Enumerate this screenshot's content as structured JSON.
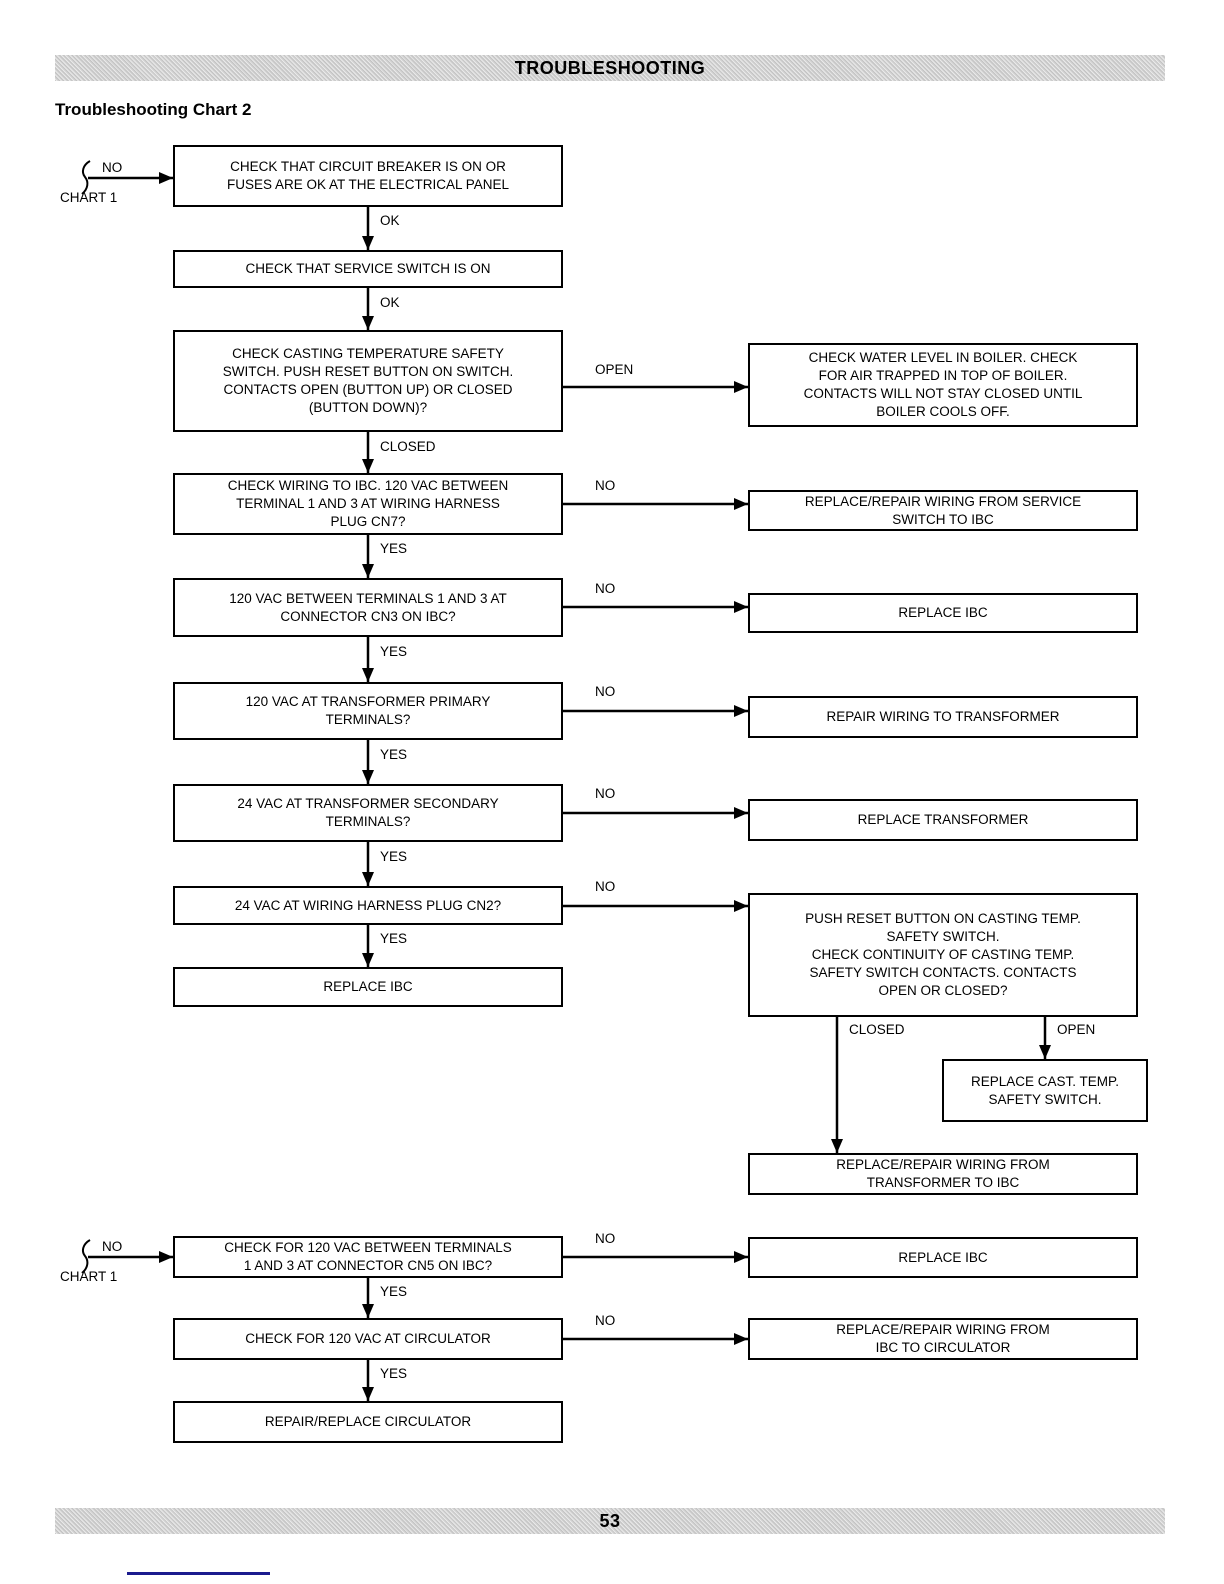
{
  "header": {
    "title": "TROUBLESHOOTING"
  },
  "chart_title": "Troubleshooting Chart 2",
  "footer": {
    "page_number": "53"
  },
  "edge_labels": {
    "ok": "OK",
    "yes": "YES",
    "no": "NO",
    "open": "OPEN",
    "closed": "CLOSED"
  },
  "references": {
    "chart1_label": "CHART 1"
  },
  "nodes": {
    "circuit_breaker": "CHECK THAT CIRCUIT BREAKER IS ON OR\nFUSES ARE OK AT THE ELECTRICAL PANEL",
    "service_switch": "CHECK THAT SERVICE SWITCH IS ON",
    "casting_temp_switch": "CHECK CASTING TEMPERATURE SAFETY\nSWITCH.  PUSH RESET BUTTON ON SWITCH.\nCONTACTS OPEN (BUTTON UP) OR CLOSED\n(BUTTON DOWN)?",
    "wiring_ibc_cn7": "CHECK WIRING TO IBC. 120 VAC BETWEEN\nTERMINAL  1 AND 3 AT WIRING HARNESS\nPLUG CN7?",
    "vac_cn3": "120 VAC BETWEEN TERMINALS 1 AND 3 AT\nCONNECTOR CN3 ON IBC?",
    "transformer_primary": "120 VAC AT TRANSFORMER PRIMARY\nTERMINALS?",
    "transformer_secondary": "24 VAC AT TRANSFORMER SECONDARY\nTERMINALS?",
    "cn2": "24 VAC AT WIRING HARNESS PLUG CN2?",
    "replace_ibc_left": "REPLACE IBC",
    "water_level": "CHECK WATER LEVEL IN BOILER. CHECK\nFOR AIR TRAPPED IN TOP OF BOILER.\nCONTACTS WILL NOT STAY CLOSED UNTIL\nBOILER COOLS OFF.",
    "wiring_service_to_ibc": "REPLACE/REPAIR WIRING FROM SERVICE\nSWITCH TO IBC",
    "replace_ibc_right1": "REPLACE IBC",
    "repair_wiring_to_transformer": "REPAIR WIRING TO TRANSFORMER",
    "replace_transformer": "REPLACE TRANSFORMER",
    "push_reset_continuity": "PUSH RESET BUTTON ON CASTING TEMP.\nSAFETY SWITCH.\nCHECK CONTINUITY OF CASTING TEMP.\nSAFETY SWITCH CONTACTS. CONTACTS\nOPEN OR CLOSED?",
    "replace_cast_temp_switch": "REPLACE CAST. TEMP.\nSAFETY SWITCH.",
    "wiring_transformer_to_ibc": "REPLACE/REPAIR WIRING FROM\nTRANSFORMER TO IBC",
    "cn5": "CHECK FOR 120 VAC BETWEEN TERMINALS\n1 AND 3 AT CONNECTOR CN5 ON IBC?",
    "replace_ibc_right2": "REPLACE IBC",
    "circulator_check": "CHECK FOR 120 VAC AT CIRCULATOR",
    "wiring_ibc_to_circulator": "REPLACE/REPAIR WIRING FROM\nIBC TO CIRCULATOR",
    "repair_replace_circulator": "REPAIR/REPLACE CIRCULATOR"
  }
}
